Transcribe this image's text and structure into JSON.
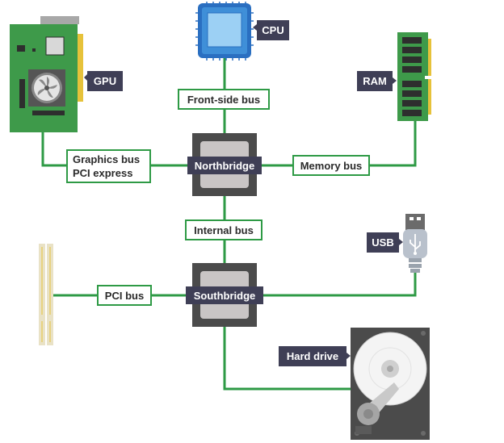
{
  "components": {
    "cpu": "CPU",
    "gpu": "GPU",
    "ram": "RAM",
    "usb": "USB",
    "hard_drive": "Hard drive",
    "northbridge": "Northbridge",
    "southbridge": "Southbridge"
  },
  "buses": {
    "front_side": "Front-side bus",
    "graphics_line1": "Graphics bus",
    "graphics_line2": "PCI express",
    "memory": "Memory bus",
    "internal": "Internal bus",
    "pci": "PCI bus"
  },
  "colors": {
    "line": "#2e9a45",
    "label_dark": "#3f3f56",
    "chip_body": "#4b4b4b",
    "chip_core": "#c9c5c5",
    "cpu_blue": "#3f8fd8",
    "board_green": "#3e9a4a",
    "gold": "#e6c23a"
  }
}
